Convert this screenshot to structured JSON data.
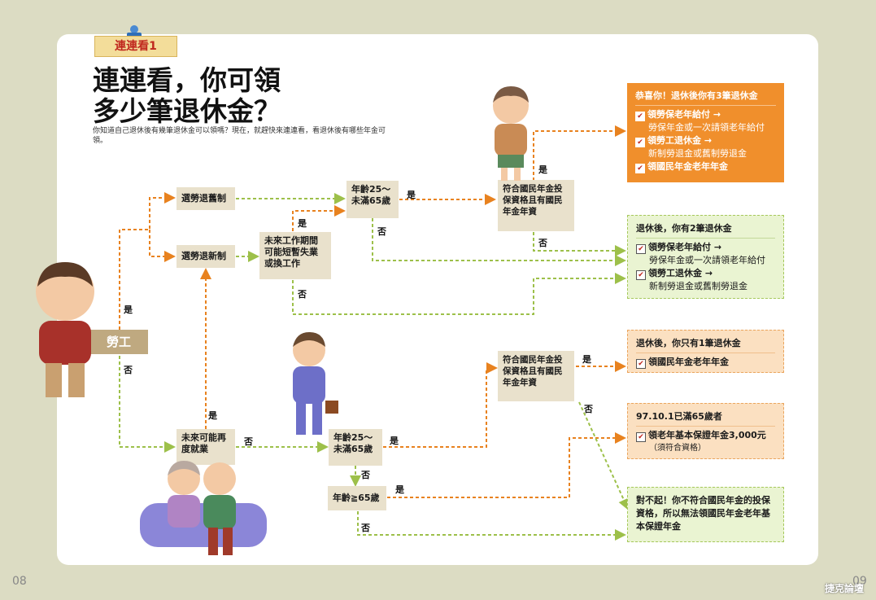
{
  "tag": "連連看1",
  "title_line1": "連連看，你可領",
  "title_line2": "多少筆退休金？",
  "intro": "你知道自己退休後有幾筆退休金可以領嗎？現在，就趕快來連連看，看退休後有哪些年金可領。",
  "start": "勞工",
  "boxes": {
    "old_system": "選勞退舊制",
    "new_system": "選勞退新制",
    "future_work": "未來工作期間可能短暫失業或換工作",
    "age_upper": "年齡25～未滿65歲",
    "eligible_upper": "符合國民年金投保資格且有國民年金年資",
    "reemploy": "未來可能再度就業",
    "age_lower": "年齡25～未滿65歲",
    "eligible_lower": "符合國民年金投保資格且有國民年金年資",
    "age65": "年齡≧65歲"
  },
  "labels": {
    "yes": "是",
    "no": "否"
  },
  "results": {
    "r1": {
      "heading": "恭喜你！退休後你有3筆退休金",
      "i1": "領勞保老年給付 →",
      "i1s": "勞保年金或一次請領老年給付",
      "i2": "領勞工退休金 →",
      "i2s": "新制勞退金或舊制勞退金",
      "i3": "領國民年金老年年金"
    },
    "r2": {
      "heading": "退休後，你有2筆退休金",
      "i1": "領勞保老年給付 →",
      "i1s": "勞保年金或一次請領老年給付",
      "i2": "領勞工退休金 →",
      "i2s": "新制勞退金或舊制勞退金"
    },
    "r3": {
      "heading": "退休後，你只有1筆退休金",
      "i1": "領國民年金老年年金"
    },
    "r4": {
      "heading": "97.10.1已滿65歲者",
      "i1": "領老年基本保證年金3,000元",
      "note": "（須符合資格）"
    },
    "r5": {
      "text": "對不起！你不符合國民年金的投保資格，所以無法領國民年金老年基本保證年金"
    }
  },
  "check_mark": "✔",
  "page_left": "08",
  "page_right": "09",
  "watermark": "捷克論壇",
  "colors": {
    "orange": "#e8821f",
    "green": "#9dc04a",
    "card": "#ffffff"
  },
  "icons": [
    "pin-icon",
    "checkbox-icon"
  ]
}
